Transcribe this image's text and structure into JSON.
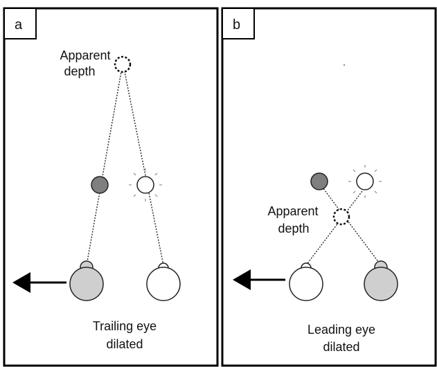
{
  "colors": {
    "frame": "#000000",
    "dark_ball": "#7f7f7f",
    "dilated_eye": "#cfcfcf",
    "normal_eye": "#ffffff",
    "ray": "#333333",
    "rays_of_light": "#999999"
  },
  "panels": [
    {
      "id": "a",
      "tag": "a",
      "apparent_label": [
        "Apparent",
        "depth"
      ],
      "caption": [
        "Trailing eye",
        "dilated"
      ]
    },
    {
      "id": "b",
      "tag": "b",
      "apparent_label": [
        "Apparent",
        "depth"
      ],
      "caption": [
        "Leading eye",
        "dilated"
      ]
    }
  ]
}
